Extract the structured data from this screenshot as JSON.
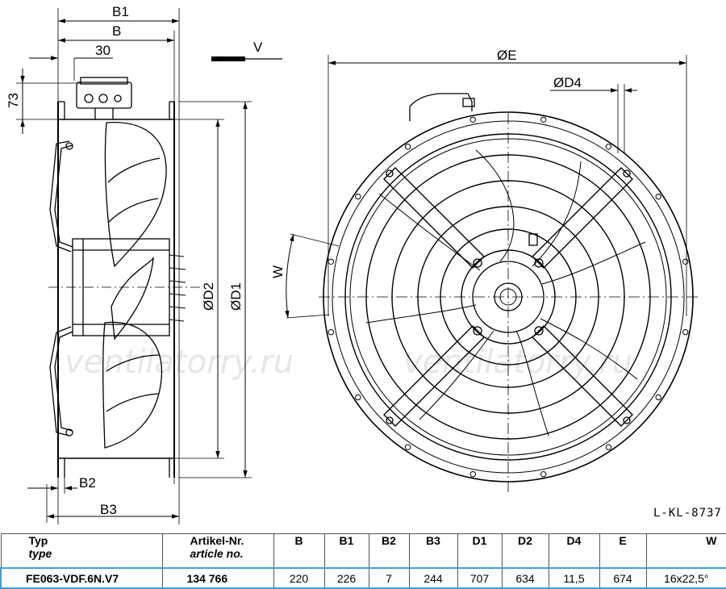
{
  "drawing": {
    "side_view_dims": {
      "b1": "B1",
      "b": "B",
      "thirty": "30",
      "seventy_three": "73",
      "d2": "ØD2",
      "d1": "ØD1",
      "b2": "B2",
      "b3": "B3"
    },
    "front_view_dims": {
      "v": "V",
      "e": "ØE",
      "d4": "ØD4",
      "w": "W"
    },
    "reference_code": "L-KL-8737",
    "watermark": "ventilatorry.ru"
  },
  "table": {
    "headers": [
      {
        "main": "Typ",
        "sub": "type"
      },
      {
        "main": "Artikel-Nr.",
        "sub": "article no."
      },
      {
        "main": "B",
        "sub": ""
      },
      {
        "main": "B1",
        "sub": ""
      },
      {
        "main": "B2",
        "sub": ""
      },
      {
        "main": "B3",
        "sub": ""
      },
      {
        "main": "D1",
        "sub": ""
      },
      {
        "main": "D2",
        "sub": ""
      },
      {
        "main": "D4",
        "sub": ""
      },
      {
        "main": "E",
        "sub": ""
      },
      {
        "main": "W",
        "sub": ""
      }
    ],
    "row": {
      "type": "FE063-VDF.6N.V7",
      "article": "134 766",
      "b": "220",
      "b1": "226",
      "b2": "7",
      "b3": "244",
      "d1": "707",
      "d2": "634",
      "d4": "11,5",
      "e": "674",
      "w": "16x22,5°"
    }
  }
}
